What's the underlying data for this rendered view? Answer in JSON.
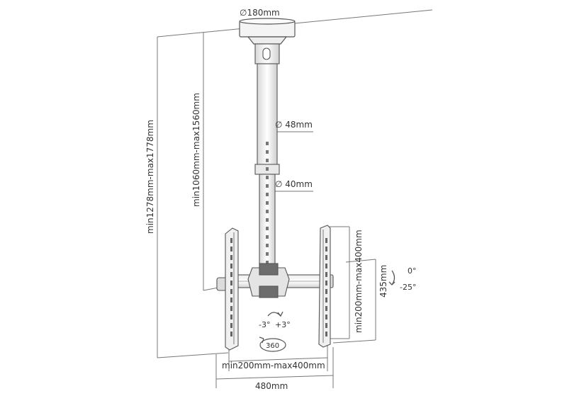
{
  "dimensions": {
    "base_diameter": "∅180mm",
    "upper_pole_diameter": "∅ 48mm",
    "lower_pole_diameter": "∅ 40mm",
    "total_height": "min1278mm-max1778mm",
    "pole_height": "min1060mm-max1560mm",
    "vesa_vertical": "min200mm-max400mm",
    "arm_height": "435mm",
    "vesa_horizontal": "min200mm-max400mm",
    "overall_width": "480mm"
  },
  "angles": {
    "tilt_top": "0°",
    "tilt_bottom": "-25°",
    "roll_left": "-3°",
    "roll_right": "+3°",
    "swivel": "360"
  },
  "colors": {
    "line": "#555555",
    "light": "#9a9a9a",
    "fill": "#f2f2f2",
    "dark": "#6b6b6b"
  }
}
